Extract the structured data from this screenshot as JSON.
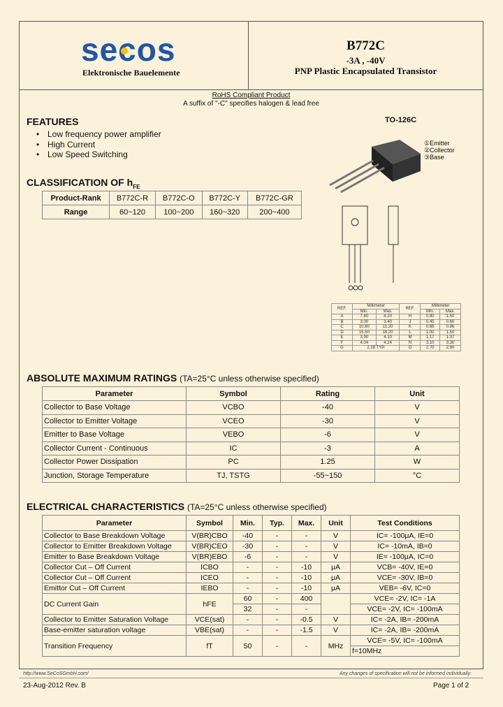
{
  "header": {
    "logo_text": "secos",
    "company": "Elektronische Bauelemente",
    "part_number": "B772C",
    "rating": "-3A , -40V",
    "description": "PNP Plastic Encapsulated Transistor"
  },
  "rohs": {
    "line1": "RoHS Compliant Product",
    "line2": "A suffix of \"-C\" specifies halogen & lead free"
  },
  "features": {
    "title": "FEATURES",
    "items": [
      "Low frequency power amplifier",
      "High Current",
      "Low Speed Switching"
    ]
  },
  "classification": {
    "title": "CLASSIFICATION OF h",
    "title_sub": "FE",
    "headers": [
      "Product-Rank",
      "B772C-R",
      "B772C-O",
      "B772C-Y",
      "B772C-GR"
    ],
    "row": [
      "Range",
      "60~120",
      "100~200",
      "160~320",
      "200~400"
    ]
  },
  "package": {
    "title": "TO-126C",
    "pins": [
      "①Emitter",
      "②Collector",
      "③Base"
    ]
  },
  "dimensions": {
    "headers": [
      "REF.",
      "Millimeter",
      "REF.",
      "Millimeter"
    ],
    "subheaders": [
      "Min.",
      "Max.",
      "Min.",
      "Max."
    ],
    "rows": [
      [
        "A",
        "7.80",
        "8.20",
        "H",
        "0.90",
        "1.50"
      ],
      [
        "B",
        "3.00",
        "3.40",
        "J",
        "0.45",
        "0.60"
      ],
      [
        "C",
        "10.80",
        "11.20",
        "K",
        "0.66",
        "0.86"
      ],
      [
        "D",
        "15.50",
        "16.20",
        "L",
        "1.00",
        "1.50"
      ],
      [
        "E",
        "3.90",
        "4.10",
        "M",
        "1.17",
        "1.37"
      ],
      [
        "F",
        "4.04",
        "4.24",
        "N",
        "3.10",
        "3.30"
      ],
      [
        "G",
        "2.28 TYP.",
        "",
        "O",
        "2.70",
        "2.90"
      ]
    ]
  },
  "abs_max": {
    "title": "ABSOLUTE MAXIMUM RATINGS",
    "note": "(TA=25°C unless otherwise specified)",
    "headers": [
      "Parameter",
      "Symbol",
      "Rating",
      "Unit"
    ],
    "rows": [
      [
        "Collector to Base Voltage",
        "VCBO",
        "-40",
        "V"
      ],
      [
        "Collector to Emitter Voltage",
        "VCEO",
        "-30",
        "V"
      ],
      [
        "Emitter to Base Voltage",
        "VEBO",
        "-6",
        "V"
      ],
      [
        "Collector Current - Continuous",
        "IC",
        "-3",
        "A"
      ],
      [
        "Collector Power Dissipation",
        "PC",
        "1.25",
        "W"
      ],
      [
        "Junction, Storage Temperature",
        "TJ, TSTG",
        "-55~150",
        "°C"
      ]
    ]
  },
  "elec": {
    "title": "ELECTRICAL CHARACTERISTICS",
    "note": "(TA=25°C unless otherwise specified)",
    "headers": [
      "Parameter",
      "Symbol",
      "Min.",
      "Typ.",
      "Max.",
      "Unit",
      "Test Conditions"
    ],
    "rows": [
      [
        "Collector to Base Breakdown Voltage",
        "V(BR)CBO",
        "-40",
        "-",
        "-",
        "V",
        "IC= -100μA, IE=0"
      ],
      [
        "Collector to Emitter Breakdown Voltage",
        "V(BR)CEO",
        "-30",
        "-",
        "-",
        "V",
        "IC= -10mA, IB=0"
      ],
      [
        "Emitter to Base Breakdown Voltage",
        "V(BR)EBO",
        "-6",
        "-",
        "-",
        "V",
        "IE= -100μA, IC=0"
      ],
      [
        "Collector Cut – Off Current",
        "ICBO",
        "-",
        "-",
        "-10",
        "μA",
        "VCB= -40V, IE=0"
      ],
      [
        "Collector Cut – Off Current",
        "ICEO",
        "-",
        "-",
        "-10",
        "μA",
        "VCE= -30V, IB=0"
      ],
      [
        "Emittor Cut – Off Current",
        "IEBO",
        "-",
        "-",
        "-10",
        "μA",
        "VEB= -6V, IC=0"
      ]
    ],
    "gain": {
      "param": "DC Current Gain",
      "symbol": "hFE",
      "row1": [
        "60",
        "-",
        "400",
        "",
        "VCE= -2V, IC= -1A"
      ],
      "row2": [
        "32",
        "-",
        "-",
        "",
        "VCE= -2V, IC= -100mA"
      ]
    },
    "rows2": [
      [
        "Collector to Emitter Saturation Voltage",
        "VCE(sat)",
        "-",
        "-",
        "-0.5",
        "V",
        "IC= -2A, IB= -200mA"
      ],
      [
        "Base-emitter saturation voltage",
        "VBE(sat)",
        "-",
        "-",
        "-1.5",
        "V",
        "IC= -2A, IB= -200mA"
      ]
    ],
    "ft": {
      "param": "Transition Frequency",
      "symbol": "fT",
      "min": "50",
      "typ": "-",
      "max": "-",
      "unit": "MHz",
      "cond1": "VCE= -5V, IC= -100mA",
      "cond2": "f=10MHz"
    }
  },
  "footer": {
    "url": "http://www.SeCoSGmbH.com/",
    "note": "Any changes of specification will not be informed individually.",
    "date": "23-Aug-2012 Rev. B",
    "page": "Page 1 of 2"
  },
  "colors": {
    "logo_blue": "#1f57a8",
    "logo_yellow": "#f2c21a",
    "background": "#fcf2dc"
  }
}
